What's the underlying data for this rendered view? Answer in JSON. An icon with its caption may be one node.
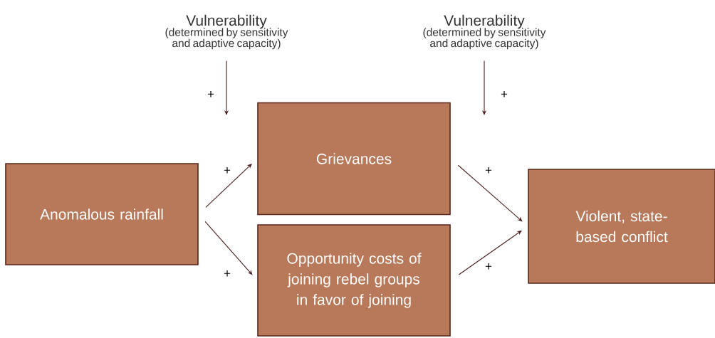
{
  "diagram": {
    "nodes": [
      {
        "text": [
          "Vulnerability",
          "(determined by sensitivity and adaptive capacity)"
        ]
      },
      {
        "text": [
          "Vulnerability",
          "(determined by sensitivity and adaptive capacity)"
        ]
      },
      {
        "text": [
          "Anomalous rainfall"
        ]
      },
      {
        "text": [
          "Grievances"
        ]
      },
      {
        "text": [
          "Opportunity costs of joining rebel groups in favor of joining"
        ]
      },
      {
        "text": [
          "Violent, state-based conflict"
        ]
      }
    ],
    "edges": [
      {
        "from": 0,
        "to": null,
        "arrow": "to",
        "label": "+"
      },
      {
        "from": 1,
        "to": null,
        "arrow": "to",
        "label": "+"
      },
      {
        "from": 2,
        "to": 3,
        "arrow": "to",
        "label": "+"
      },
      {
        "from": 2,
        "to": 4,
        "arrow": "to",
        "label": "+"
      },
      {
        "from": 3,
        "to": 5,
        "arrow": "to",
        "label": "+"
      },
      {
        "from": 4,
        "to": 5,
        "arrow": "to",
        "label": "+"
      }
    ]
  }
}
